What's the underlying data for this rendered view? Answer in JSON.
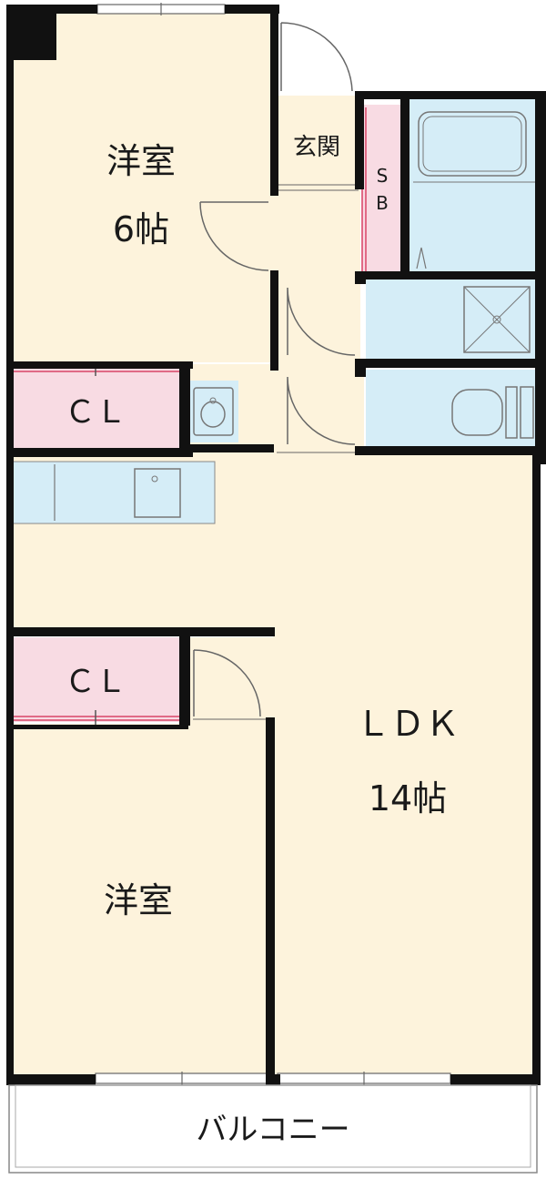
{
  "floor_plan": {
    "rooms": {
      "western_room_top": {
        "name": "洋室",
        "size": "6帖"
      },
      "western_room_bottom": {
        "name": "洋室"
      },
      "ldk": {
        "name": "ＬＤＫ",
        "size": "14帖"
      },
      "entrance": {
        "name": "玄関"
      },
      "shoe_box": {
        "line1": "S",
        "line2": "B"
      },
      "closet_top": {
        "name": "ＣＬ"
      },
      "closet_bottom": {
        "name": "ＣＬ"
      },
      "balcony": {
        "name": "バルコニー"
      }
    },
    "colors": {
      "room_fill": "#fdf3dc",
      "closet_fill": "#f8dbe3",
      "closet_trim": "#e06a86",
      "water_fill": "#d5edf7",
      "wall": "#111111",
      "line": "#777777"
    }
  }
}
